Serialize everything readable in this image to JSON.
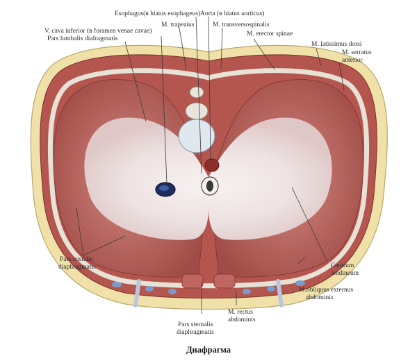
{
  "figure": {
    "caption": "Диафрагма"
  },
  "labels": {
    "esophagus": "Esophagus(в hiatus esophageus)",
    "aorta": "Aorta (в hiatus aorticus)",
    "trapezius": "M. trapezius",
    "transversospinalis": "M. transversospinalis",
    "vena_cava": "V. cava inferior (в foramen venae cavae)",
    "erector_spinae": "M. erector spinae",
    "pars_lumbalis": "Pars lumbalis diafragmatis",
    "latissimus": "M. latissimus dorsi",
    "serratus_1": "M. serratus",
    "serratus_2": "anterior",
    "pars_costalis_1": "Pars costalis",
    "pars_costalis_2": "diaphragmatis",
    "centrum_1": "Centrum",
    "centrum_2": "tendineum",
    "obliquus_1": "M.obliquus externus",
    "obliquus_2": "abdominis",
    "rectus_1": "M. rectus",
    "rectus_2": "abdominis",
    "pars_sternalis_1": "Pars sternalis",
    "pars_sternalis_2": "diaphragmatis"
  },
  "colors": {
    "muscle": "#c0706a",
    "muscle_dark": "#8f3e3a",
    "tendon": "#f3eeee",
    "skin": "#efe1a8",
    "rib": "#e8e4dc",
    "vessel": "#7a9ccc"
  }
}
